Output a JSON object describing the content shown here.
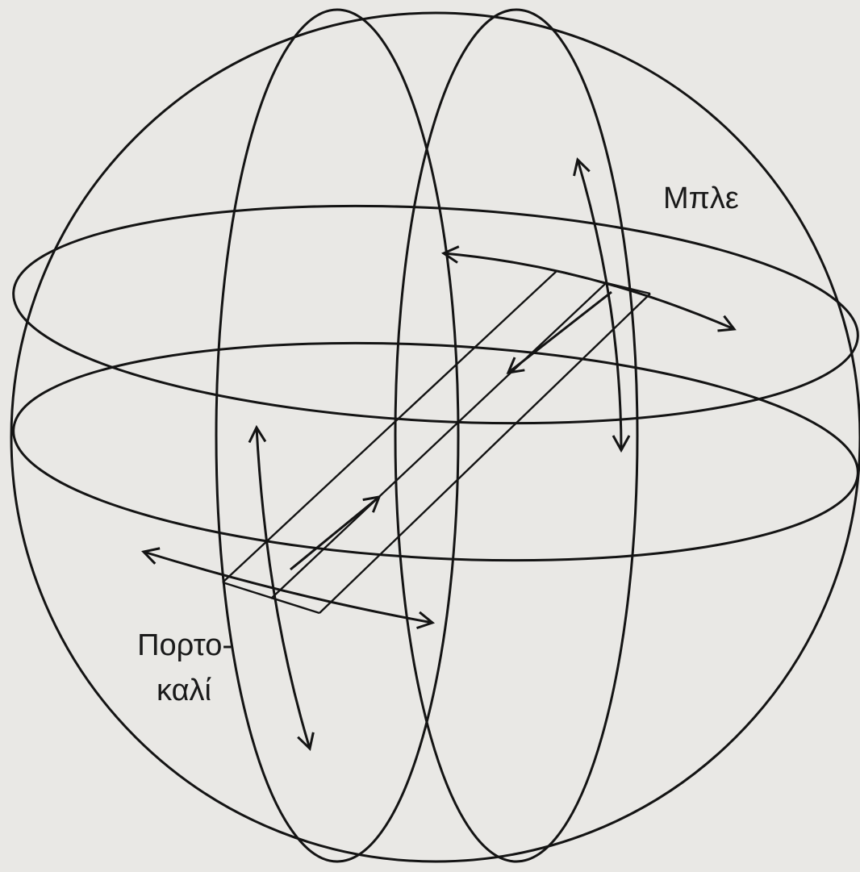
{
  "labels": {
    "blue": "Μπλε",
    "orange_line1": "Πορτο-",
    "orange_line2": "καλί"
  },
  "colors": {
    "background": "#e9e8e5",
    "ink": "#141414"
  }
}
